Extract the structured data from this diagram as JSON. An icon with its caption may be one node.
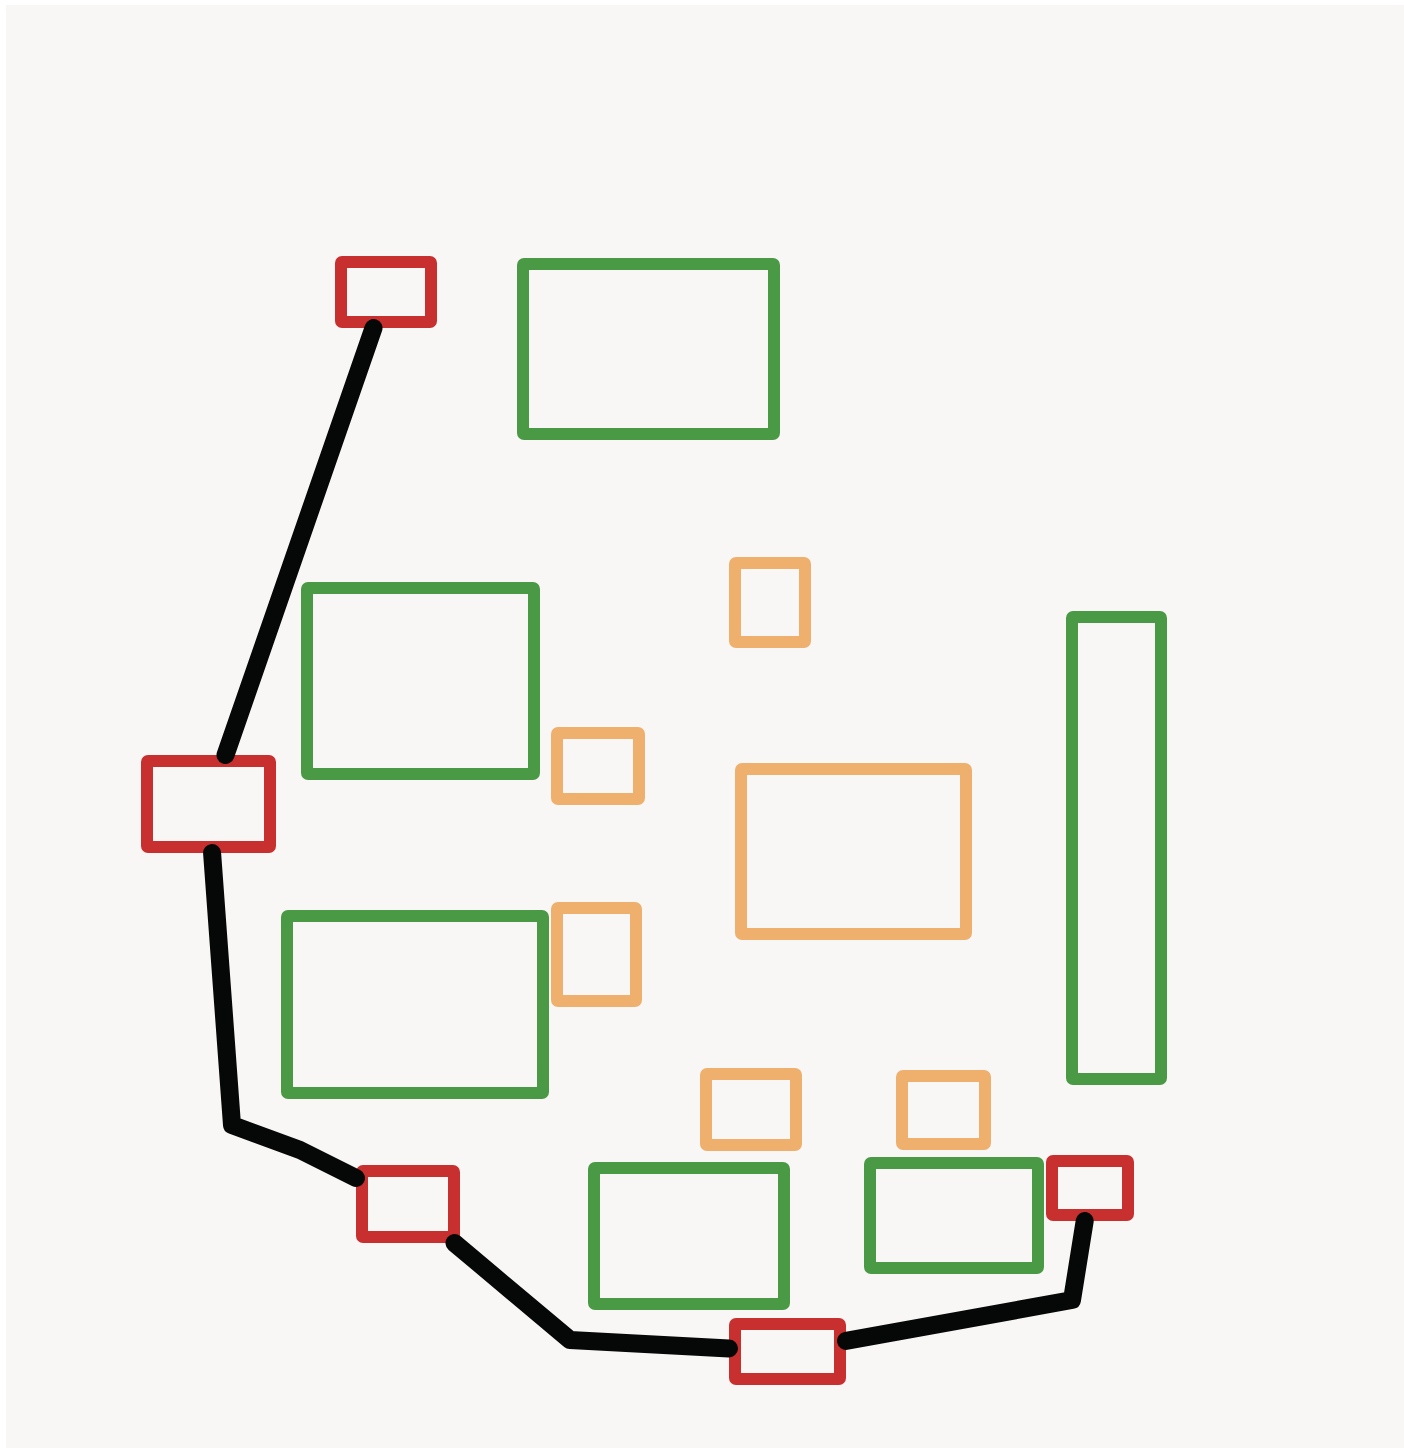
{
  "diagram": {
    "nodes": [
      {
        "text": [],
        "shape": "box"
      },
      {
        "text": [],
        "shape": "box"
      },
      {
        "text": [],
        "shape": "box"
      },
      {
        "text": [],
        "shape": "box"
      },
      {
        "text": [],
        "shape": "box"
      },
      {
        "text": [],
        "shape": "box"
      },
      {
        "text": [],
        "shape": "box"
      },
      {
        "text": [],
        "shape": "box"
      },
      {
        "text": [],
        "shape": "box"
      },
      {
        "text": [],
        "shape": "box"
      },
      {
        "text": [],
        "shape": "box"
      },
      {
        "text": [],
        "shape": "box"
      },
      {
        "text": [],
        "shape": "box"
      },
      {
        "text": [],
        "shape": "box"
      },
      {
        "text": [],
        "shape": "box"
      },
      {
        "text": [],
        "shape": "box"
      },
      {
        "text": [],
        "shape": "box"
      }
    ],
    "edges": [
      {
        "from": 0,
        "to": 5,
        "arrow": "none"
      },
      {
        "from": 5,
        "to": 15,
        "arrow": "none"
      },
      {
        "from": 15,
        "to": 16,
        "arrow": "none"
      },
      {
        "from": 16,
        "to": 13,
        "arrow": "none"
      }
    ]
  }
}
